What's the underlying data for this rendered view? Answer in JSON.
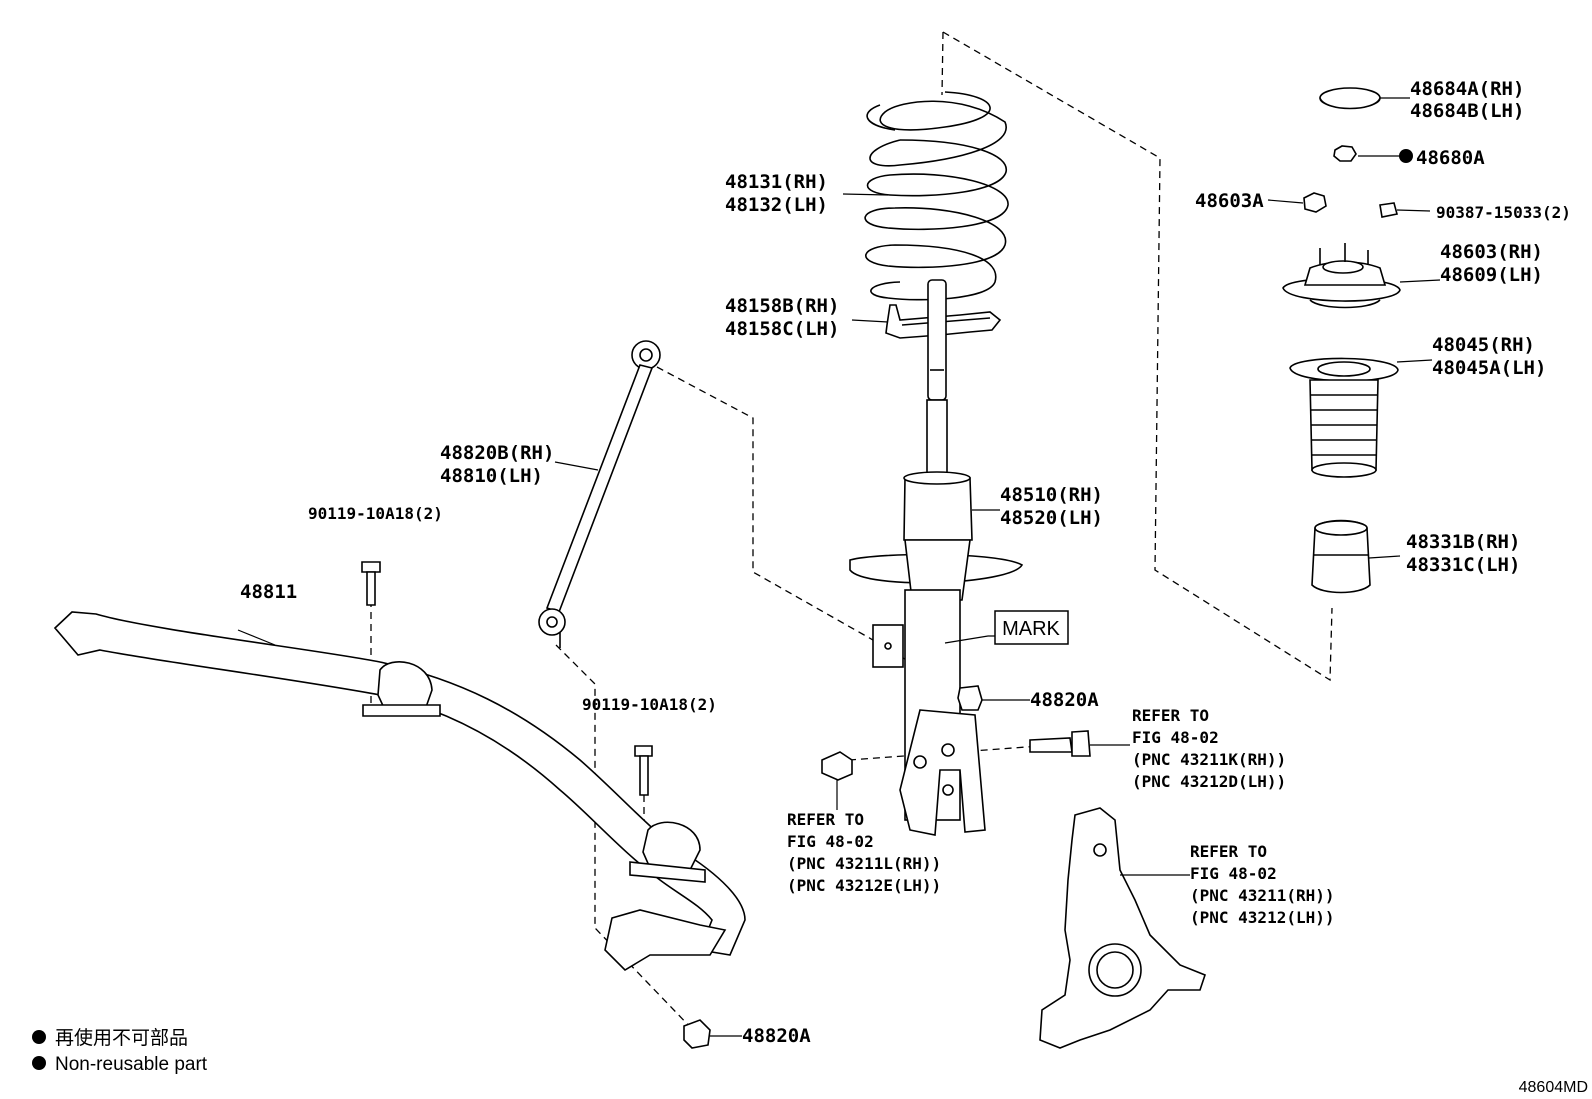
{
  "callouts": {
    "c_48684": [
      "48684A(RH)",
      "48684B(LH)"
    ],
    "c_48680A": "48680A",
    "c_48603A": "48603A",
    "c_90387": "90387-15033(2)",
    "c_48603": [
      "48603(RH)",
      "48609(LH)"
    ],
    "c_48045": [
      "48045(RH)",
      "48045A(LH)"
    ],
    "c_48331": [
      "48331B(RH)",
      "48331C(LH)"
    ],
    "c_48131": [
      "48131(RH)",
      "48132(LH)"
    ],
    "c_48158": [
      "48158B(RH)",
      "48158C(LH)"
    ],
    "c_48820B": [
      "48820B(RH)",
      "48810(LH)"
    ],
    "c_48510": [
      "48510(RH)",
      "48520(LH)"
    ],
    "c_mark": "MARK",
    "c_48820A_top": "48820A",
    "c_48820A_bottom": "48820A",
    "c_90119_top": "90119-10A18(2)",
    "c_90119_mid": "90119-10A18(2)",
    "c_48811": "48811",
    "ref_bolt": [
      "REFER TO",
      "FIG 48-02",
      "(PNC 43211K(RH))",
      "(PNC 43212D(LH))"
    ],
    "ref_nut": [
      "REFER TO",
      "FIG 48-02",
      "(PNC 43211L(RH))",
      "(PNC 43212E(LH))"
    ],
    "ref_knuckle": [
      "REFER TO",
      "FIG 48-02",
      "(PNC 43211(RH))",
      "(PNC 43212(LH))"
    ]
  },
  "legend": {
    "line1": "再使用不可部品",
    "line2": "Non-reusable part"
  },
  "footer_code": "48604MD"
}
